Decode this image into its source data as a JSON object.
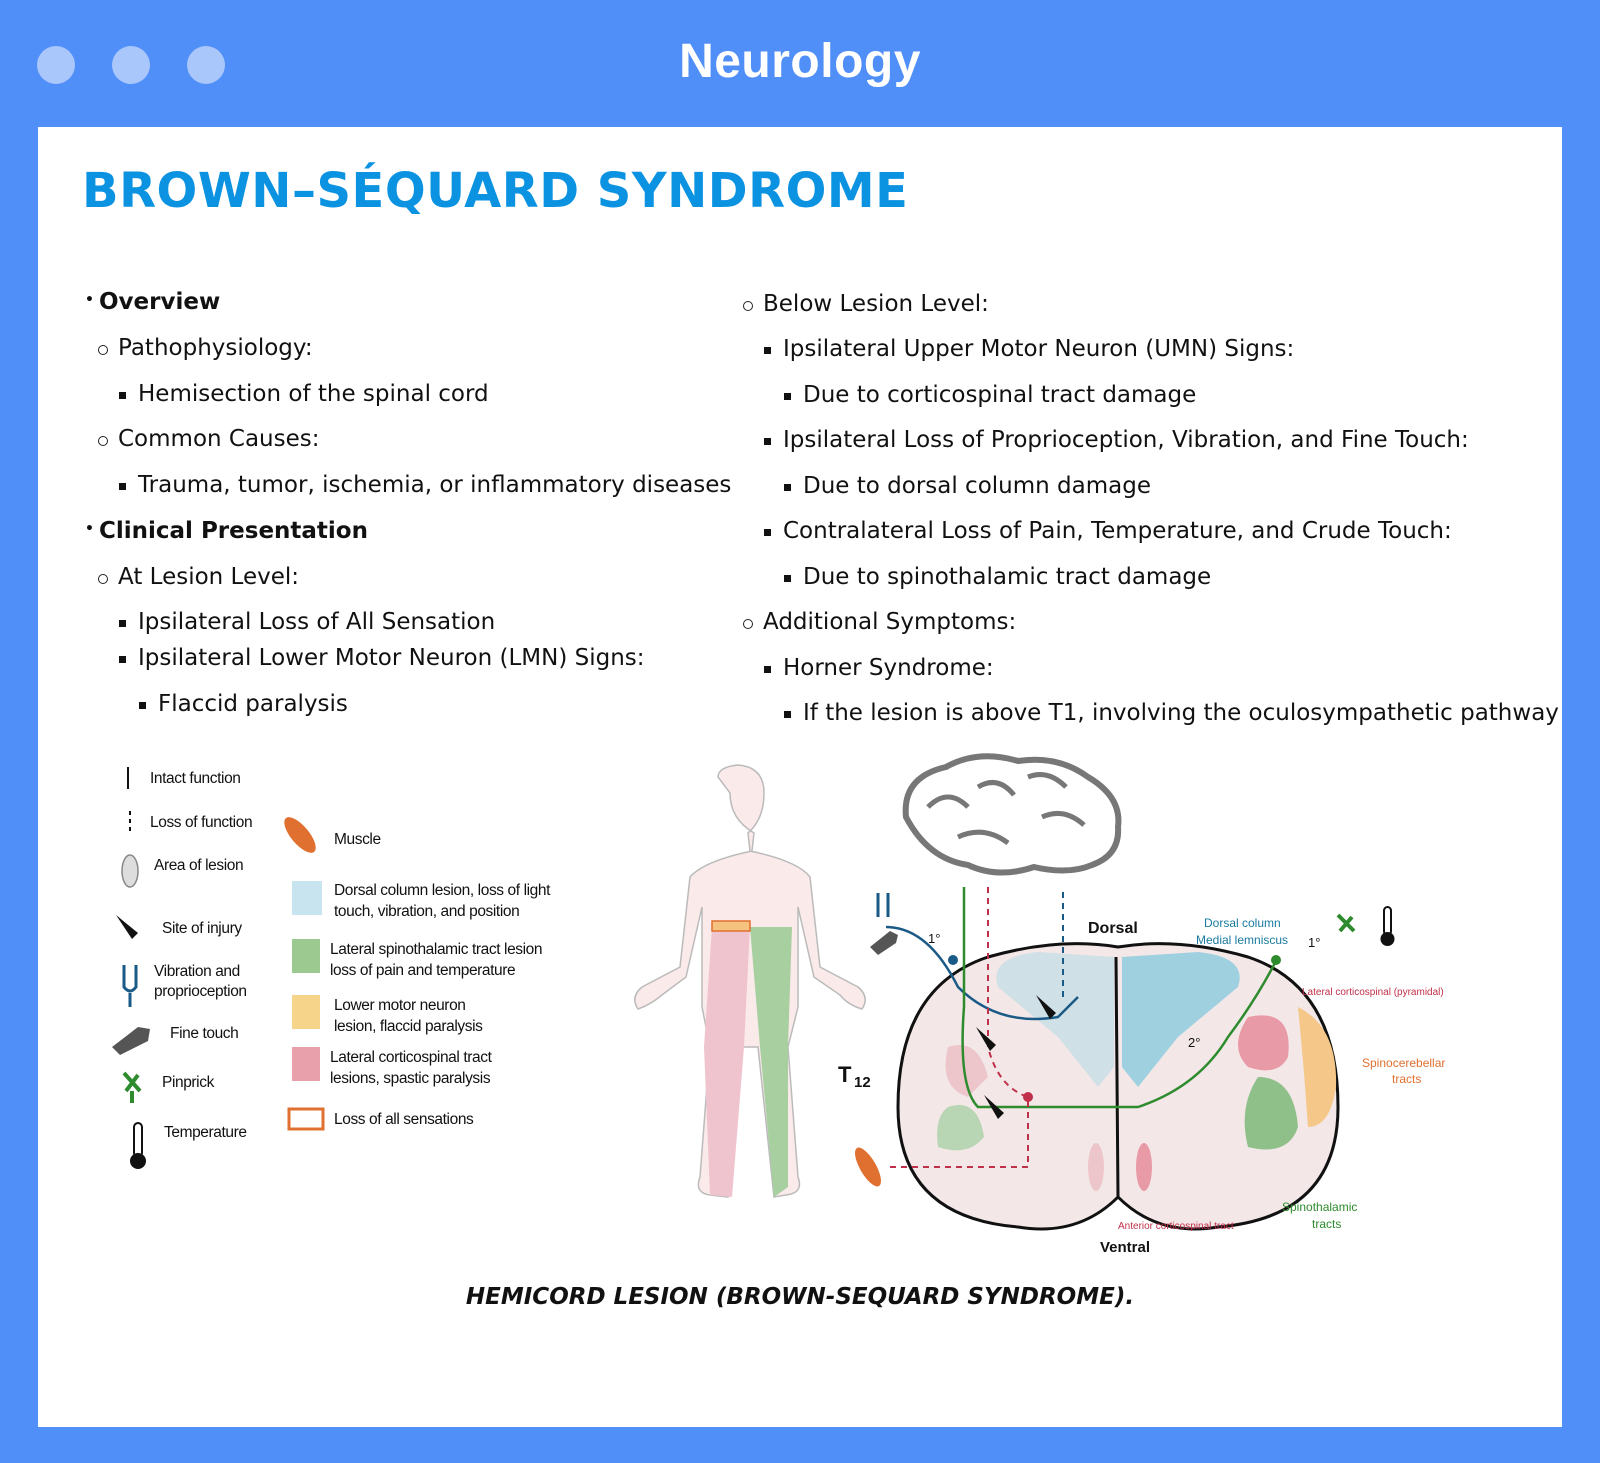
{
  "window": {
    "title": "Neurology",
    "controls": [
      "close-dot",
      "minimize-dot",
      "maximize-dot"
    ]
  },
  "page": {
    "title": "BROWN–SÉQUARD SYNDROME"
  },
  "left_column": {
    "overview_heading": "Overview",
    "pathophysiology_label": "Pathophysiology:",
    "pathophysiology_item": "Hemisection of the spinal cord",
    "causes_label": "Common Causes:",
    "causes_item": "Trauma, tumor, ischemia, or inflammatory diseases",
    "clinical_heading": "Clinical Presentation",
    "at_lesion_label": "At Lesion Level:",
    "at_lesion_item1": "Ipsilateral Loss of All Sensation",
    "at_lesion_item2": "Ipsilateral Lower Motor Neuron (LMN) Signs:",
    "at_lesion_sub": "Flaccid paralysis"
  },
  "right_column": {
    "below_label": "Below Lesion Level:",
    "umn_item": "Ipsilateral Upper Motor Neuron (UMN) Signs:",
    "umn_sub": "Due to corticospinal tract damage",
    "proprio_item": "Ipsilateral Loss of Proprioception, Vibration, and Fine Touch:",
    "proprio_sub": "Due to dorsal column damage",
    "pain_item": "Contralateral Loss of Pain, Temperature, and Crude Touch:",
    "pain_sub": "Due to spinothalamic tract damage",
    "additional_label": "Additional Symptoms:",
    "horner_item": "Horner Syndrome:",
    "horner_sub": "If the lesion is above T1, involving the oculosympathetic pathway"
  },
  "figure": {
    "legend_left": {
      "intact": "Intact function",
      "loss": "Loss of function",
      "area": "Area of lesion",
      "site": "Site of injury",
      "vibration_1": "Vibration and",
      "vibration_2": "proprioception",
      "fine_touch": "Fine touch",
      "pinprick": "Pinprick",
      "temperature": "Temperature"
    },
    "legend_right": {
      "muscle": "Muscle",
      "dorsal_1": "Dorsal column lesion, loss of light",
      "dorsal_2": "touch, vibration, and position",
      "lateral_st_1": "Lateral spinothalamic tract lesion",
      "lateral_st_2": "loss of pain and temperature",
      "lmn_1": "Lower motor neuron",
      "lmn_2": "lesion, flaccid paralysis",
      "lcst_1": "Lateral corticospinal tract",
      "lcst_2": "lesions, spastic paralysis",
      "all": "Loss of all sensations"
    },
    "cord_labels": {
      "dorsal": "Dorsal",
      "ventral": "Ventral",
      "level_main": "T",
      "level_sub": "12",
      "dc_1": "Dorsal column",
      "dc_2": "Medial lemniscus",
      "lcst": "Lateral corticospinal (pyramidal)",
      "sc_1": "Spinocerebellar",
      "sc_2": "tracts",
      "st_1": "Spinothalamic",
      "st_2": "tracts",
      "acst": "Anterior corticospinal tract",
      "first_order_left": "1°",
      "first_order_right": "1°",
      "second_order": "2°"
    },
    "caption": "HEMICORD LESION (BROWN-SEQUARD SYNDROME)."
  },
  "colors": {
    "frame": "#508ef8",
    "title_blue": "#0b93e2",
    "dorsal_blue": "#9fd0e0",
    "spinothalamic_green": "#8fc08a",
    "corticospinal_pink": "#e89aa6",
    "spinocerebellar_orange": "#f5c88a"
  }
}
